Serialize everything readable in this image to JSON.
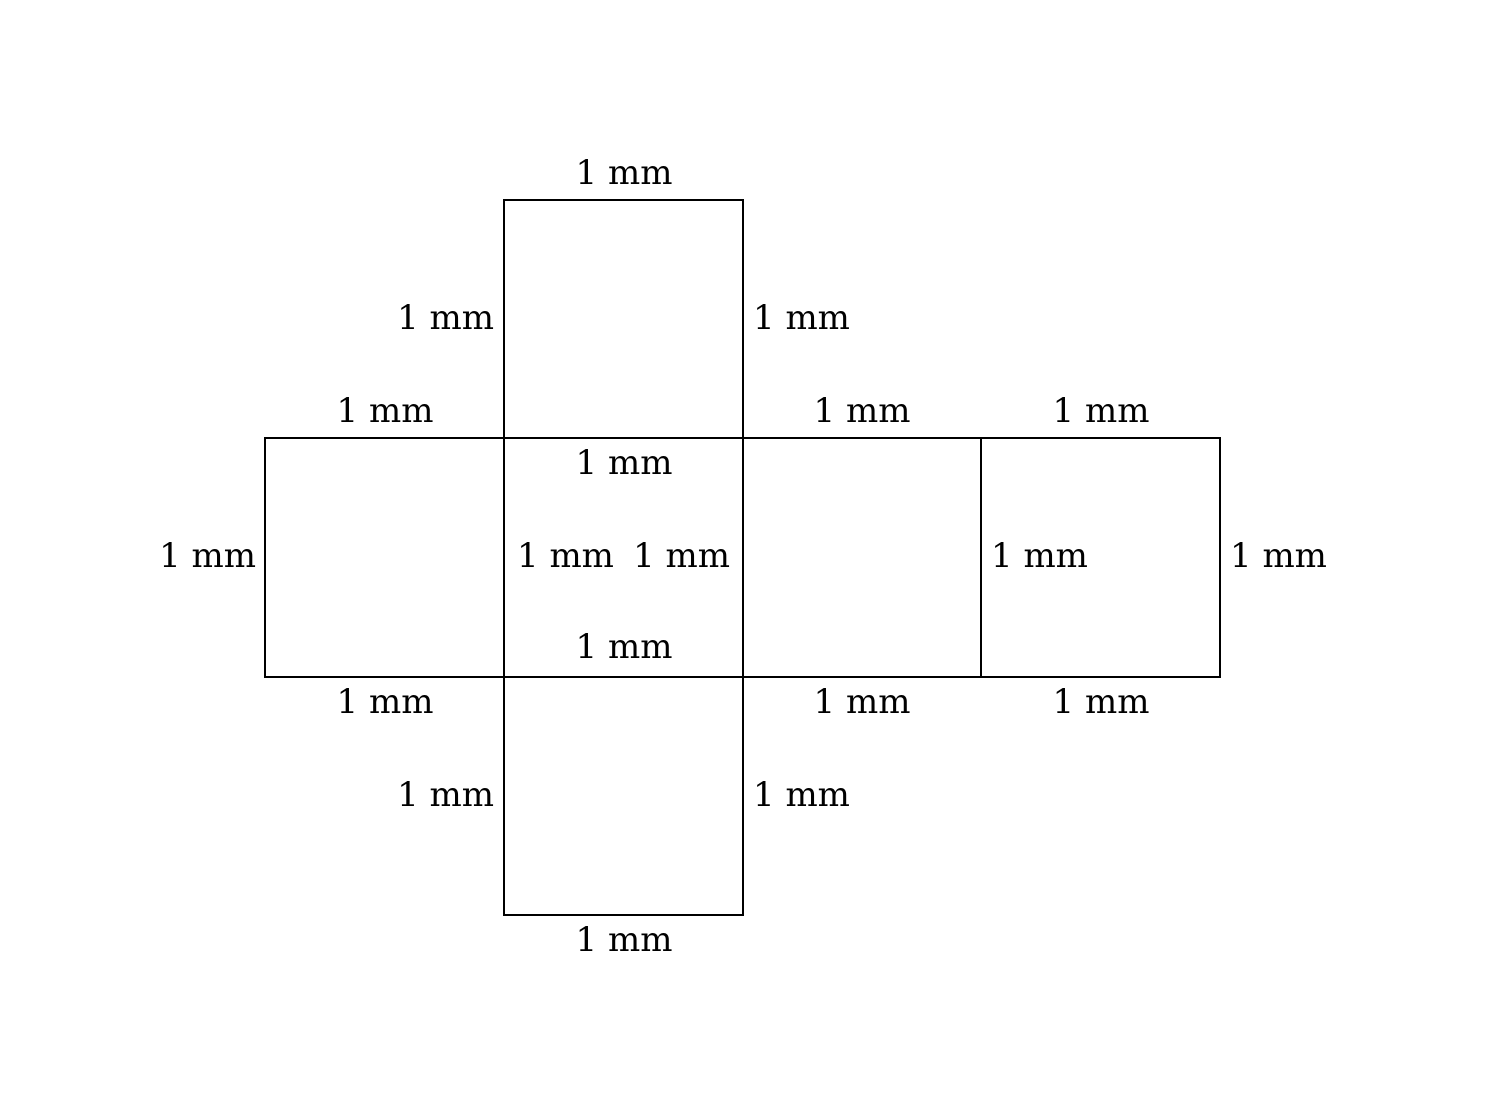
{
  "diagram": {
    "type": "cube net",
    "colors": {
      "stroke": "#000000",
      "background": "#ffffff",
      "text": "#000000"
    },
    "faces": [
      {
        "id": "top",
        "edges": {
          "top": "1 mm",
          "left": "1 mm",
          "right": "1 mm"
        }
      },
      {
        "id": "left",
        "edges": {
          "top": "1 mm",
          "left": "1 mm",
          "bottom": "1 mm"
        }
      },
      {
        "id": "center",
        "edges": {
          "top": "1 mm",
          "left": "1 mm",
          "right": "1 mm",
          "bottom": "1 mm"
        }
      },
      {
        "id": "right",
        "edges": {
          "top": "1 mm",
          "bottom": "1 mm"
        }
      },
      {
        "id": "far-right",
        "edges": {
          "top": "1 mm",
          "left": "1 mm",
          "right": "1 mm",
          "bottom": "1 mm"
        }
      },
      {
        "id": "bottom",
        "edges": {
          "left": "1 mm",
          "right": "1 mm",
          "bottom": "1 mm"
        }
      }
    ]
  }
}
